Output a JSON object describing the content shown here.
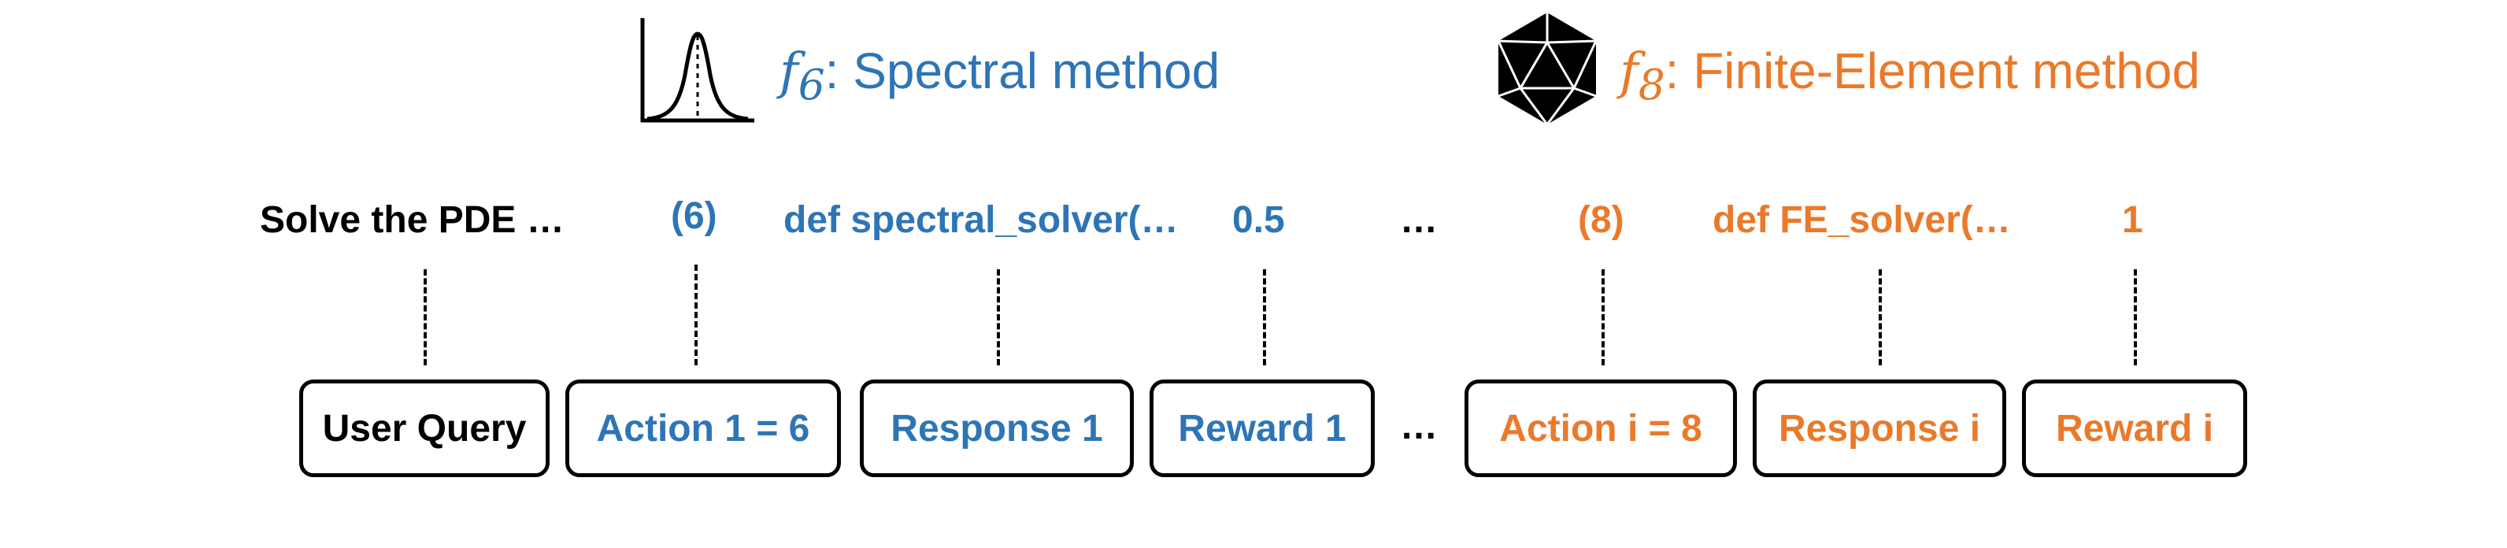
{
  "methods": {
    "spectral": {
      "fn_symbol": "f",
      "fn_index": "6",
      "label": ": Spectral method",
      "color": "#2e75b6",
      "icon": "gaussian-curve-icon"
    },
    "fe": {
      "fn_symbol": "f",
      "fn_index": "8",
      "label": ": Finite-Element method",
      "color": "#e97a2b",
      "icon": "icosahedron-icon"
    }
  },
  "tokens": {
    "query": "Solve the PDE …",
    "action1": "(6)",
    "response1": "def spectral_solver(…",
    "reward1": "0.5",
    "ellipsis": "…",
    "actioni": "(8)",
    "responsei": "def FE_solver(…",
    "rewardi": "1"
  },
  "boxes": {
    "user_query": "User Query",
    "action1": "Action 1 = 6",
    "response1": "Response 1",
    "reward1": "Reward 1",
    "ellipsis": "…",
    "actioni": "Action i = 8",
    "responsei": "Response i",
    "rewardi": "Reward i"
  }
}
